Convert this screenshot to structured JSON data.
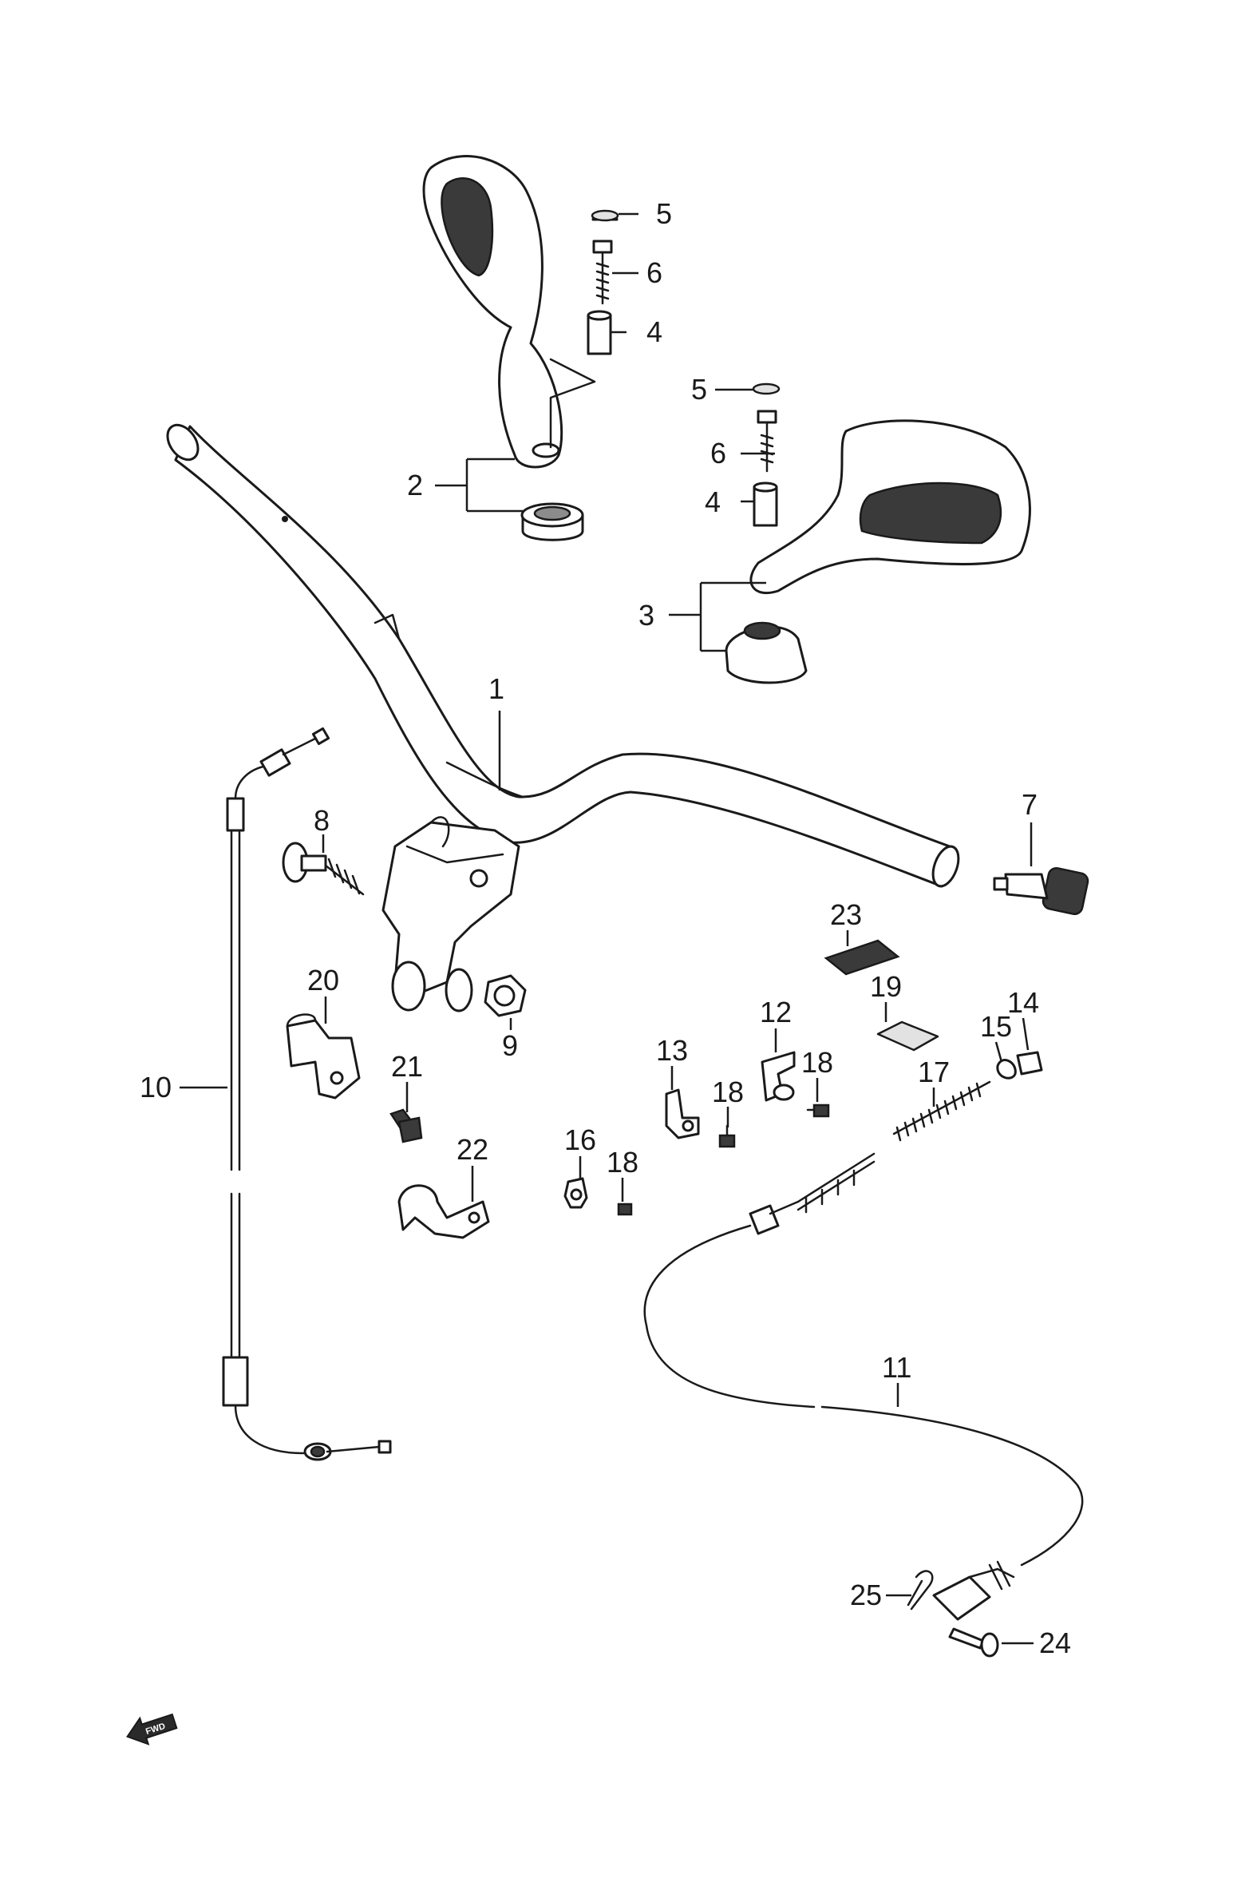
{
  "diagram": {
    "callouts": {
      "c1": "1",
      "c2": "2",
      "c3": "3",
      "c4a": "4",
      "c4b": "4",
      "c5a": "5",
      "c5b": "5",
      "c6a": "6",
      "c6b": "6",
      "c7": "7",
      "c8": "8",
      "c9": "9",
      "c10": "10",
      "c11": "11",
      "c12": "12",
      "c13": "13",
      "c14": "14",
      "c15": "15",
      "c16": "16",
      "c17": "17",
      "c18a": "18",
      "c18b": "18",
      "c18c": "18",
      "c19": "19",
      "c20": "20",
      "c21": "21",
      "c22": "22",
      "c23": "23",
      "c24": "24",
      "c25": "25"
    },
    "fwd_label": "FWD"
  }
}
